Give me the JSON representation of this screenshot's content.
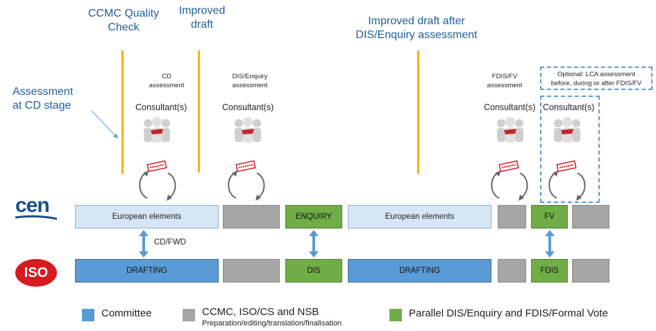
{
  "headings": {
    "ccmc_check": [
      "CCMC Quality",
      "Check"
    ],
    "improved_draft": [
      "Improved",
      "draft"
    ],
    "improved_after": [
      "Improved draft after",
      "DIS/Enquiry assessment"
    ],
    "assessment_cd": [
      "Assessment",
      "at CD stage"
    ]
  },
  "assessments": {
    "cd": [
      "CD",
      "assessment"
    ],
    "dis": [
      "DIS/Enquiry",
      "assessment"
    ],
    "fdis": [
      "FDIS/FV",
      "assessment"
    ],
    "lca": [
      "Optional: LCA assessment",
      "before, during or after FDIS/FV"
    ]
  },
  "consultant_label": "Consultant(s)",
  "cen_row": {
    "eu1": "European elements",
    "enquiry": "ENQUIRY",
    "eu2": "European elements",
    "fv": "FV"
  },
  "iso_row": {
    "drafting1": "DRAFTING",
    "dis": "DIS",
    "drafting2": "DRAFTING",
    "fdis": "FDIS"
  },
  "cd_fwd": "CD/FWD",
  "logos": {
    "cen": "cen",
    "iso": "ISO"
  },
  "legend": {
    "committee": "Committee",
    "ccmc": "CCMC, ISO/CS and NSB",
    "ccmc_sub": "Preparation/editing/translation/finalisation",
    "parallel": "Parallel DIS/Enquiry and FDIS/Formal Vote"
  },
  "colors": {
    "title_blue": "#1f5e9c",
    "gold_line": "#f2b400",
    "european_light": "#d6e6f5",
    "grey": "#a5a5a5",
    "green": "#70ad47",
    "committee_blue": "#5b9bd5",
    "iso_red": "#d71920",
    "cen_blue": "#1b4f8a"
  },
  "icons": [
    "people-group-icon",
    "assessment-stamp-icon",
    "cycle-arrows-icon",
    "double-arrow-icon"
  ]
}
